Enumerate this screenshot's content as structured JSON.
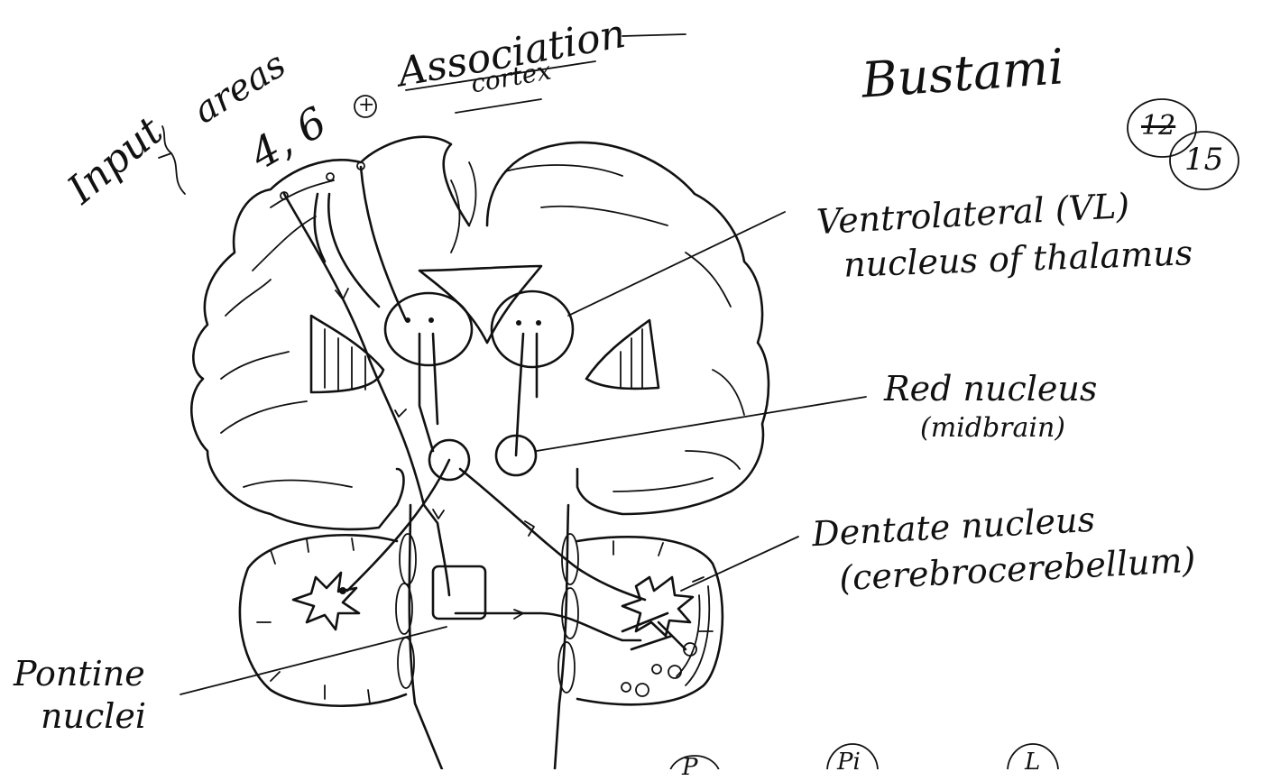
{
  "annotations": {
    "input": "Input",
    "areas": "areas",
    "area_numbers": "4, 6",
    "plus": "+",
    "association_1": "Association",
    "association_2": "cortex",
    "author": "Bustami",
    "page_number_crossed": "12",
    "page_number": "15"
  },
  "labels": {
    "vl_1": "Ventrolateral (VL)",
    "vl_2": "nucleus of thalamus",
    "red_1": "Red nucleus",
    "red_2": "(midbrain)",
    "dentate_1": "Dentate nucleus",
    "dentate_2": "(cerebrocerebellum)",
    "pontine_1": "Pontine",
    "pontine_2": "nuclei"
  },
  "bottom_marks": [
    "P",
    "Pi",
    "L"
  ]
}
